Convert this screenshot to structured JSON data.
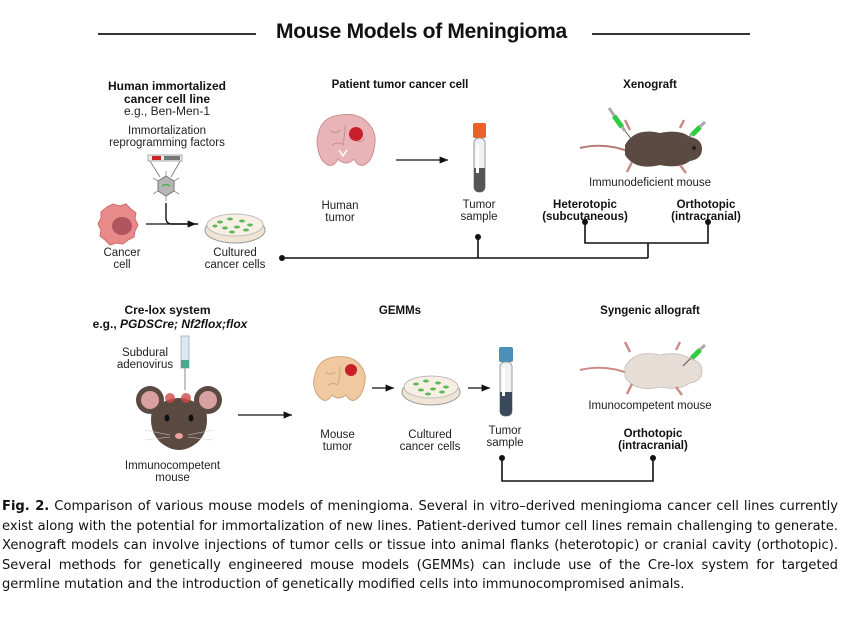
{
  "title": "Mouse Models of Meningioma",
  "panels": {
    "human_line": {
      "heading_line1": "Human immortalized",
      "heading_line2": "cancer cell line",
      "example": "e.g., Ben-Men-1",
      "factors_line1": "Immortalization",
      "factors_line2": "reprogramming factors",
      "cancer_cell_line1": "Cancer",
      "cancer_cell_line2": "cell",
      "cultured_line1": "Cultured",
      "cultured_line2": "cancer cells"
    },
    "patient": {
      "heading": "Patient tumor cancer cell",
      "human_tumor_line1": "Human",
      "human_tumor_line2": "tumor",
      "sample_line1": "Tumor",
      "sample_line2": "sample"
    },
    "xenograft": {
      "heading": "Xenograft",
      "mouse_label": "Immunodeficient mouse",
      "hetero_line1": "Heterotopic",
      "hetero_line2": "(subcutaneous)",
      "ortho_line1": "Orthotopic",
      "ortho_line2": "(intracranial)"
    },
    "crelox": {
      "heading": "Cre-lox system",
      "example_prefix": "e.g., ",
      "example_italic": "PGDSCre; Nf2flox;flox",
      "subdural_line1": "Subdural",
      "subdural_line2": "adenovirus",
      "mouse_line1": "Immunocompetent",
      "mouse_line2": "mouse"
    },
    "gemms": {
      "heading": "GEMMs",
      "mouse_tumor_line1": "Mouse",
      "mouse_tumor_line2": "tumor",
      "cultured_line1": "Cultured",
      "cultured_line2": "cancer cells",
      "sample_line1": "Tumor",
      "sample_line2": "sample"
    },
    "syngenic": {
      "heading": "Syngenic allograft",
      "mouse_label": "Imunocompetent mouse",
      "ortho_line1": "Orthotopic",
      "ortho_line2": "(intracranial)"
    }
  },
  "caption": {
    "label": "Fig. 2.",
    "text": " Comparison of various mouse models of meningioma. Several in vitro–derived meningioma cancer cell lines currently exist along with the potential for immortalization of new lines. Patient-derived tumor cell lines remain challenging to generate. Xenograft models can involve injections of tumor cells or tissue into animal flanks (heterotopic) or cranial cavity (orthotopic). Several methods for genetically engineered mouse models (GEMMs) can include use of the Cre-lox system for targeted germline mutation and the introduction of genetically modified cells into immunocompromised animals."
  },
  "colors": {
    "brain": "#e8b4b8",
    "tumor": "#c8202a",
    "dark_mouse": "#5a4a42",
    "light_mouse": "#e6ddd6",
    "cancer_cell": "#e98a8a",
    "syringe_fluid": "#2ecc40",
    "tube_cap_orange": "#e8622a",
    "tube_cap_blue": "#4a90b8",
    "mouse_brain": "#f0c9a0"
  }
}
